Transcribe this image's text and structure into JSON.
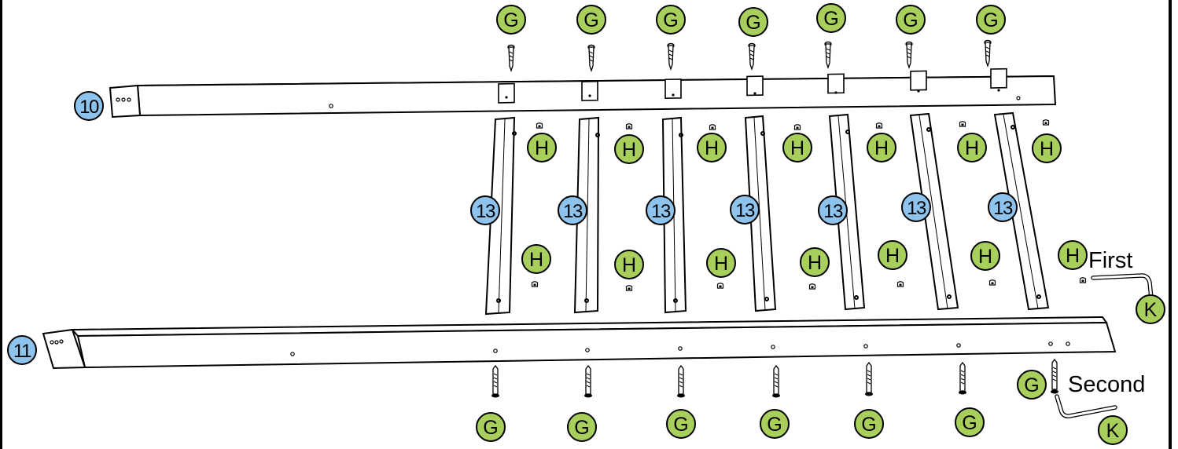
{
  "colors": {
    "part_label_fill": "#8dc3ec",
    "hardware_label_fill": "#a8cf5c",
    "outline": "#000000",
    "wood": "#ffffff"
  },
  "parts": {
    "top_rail": "10",
    "bottom_rail": "11",
    "slat": "13"
  },
  "hardware": {
    "screw": "G",
    "nut": "H",
    "wrench": "K"
  },
  "notes": {
    "first": "First",
    "second": "Second"
  }
}
